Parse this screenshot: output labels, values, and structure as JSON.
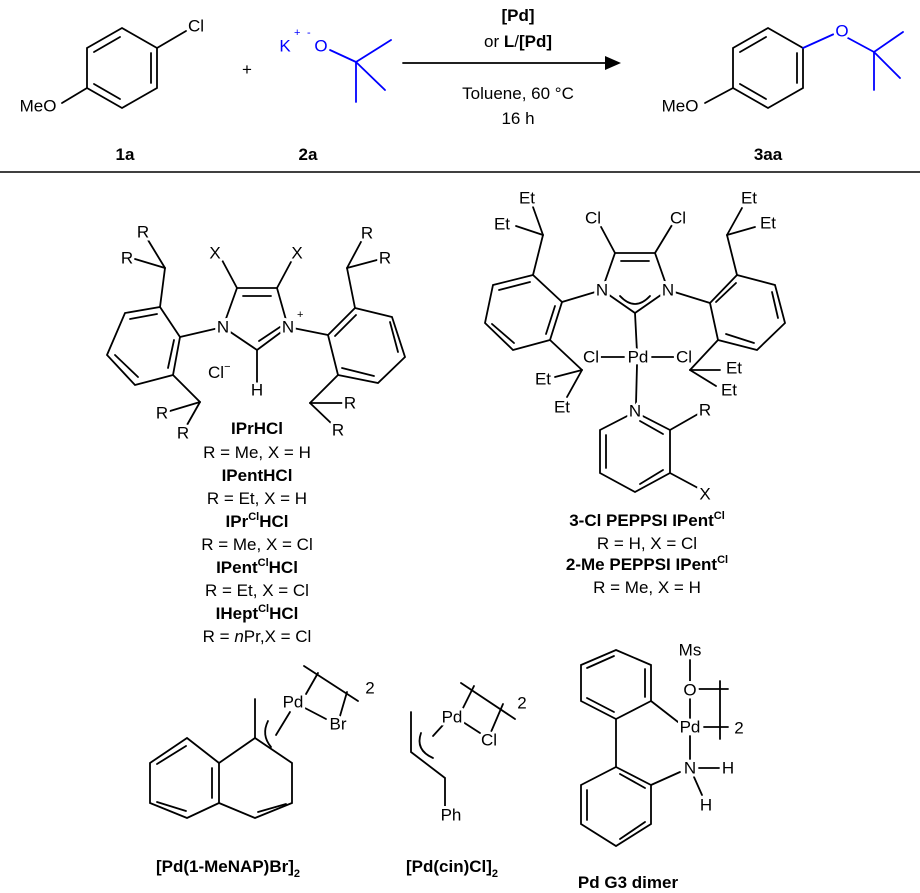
{
  "colors": {
    "bond": "#000000",
    "alkoxide": "#0000ff"
  },
  "atoms": {
    "R": "R",
    "X": "X",
    "Et": "Et",
    "H": "H",
    "N": "N",
    "Cl": "Cl",
    "Pd": "Pd",
    "Br": "Br",
    "O": "O",
    "Ms": "Ms",
    "Ph": "Ph",
    "MeO": "MeO",
    "K": "K",
    "plus": "+",
    "minus": "-",
    "anion_minus": "−",
    "dimer_count": "2"
  },
  "scheme": {
    "reactant_1_label": "1a",
    "plus_sign": "+",
    "reactant_2_label": "2a",
    "product_label": "3aa",
    "conditions": {
      "catalyst_line_1": "[Pd]",
      "or_prefix": "or ",
      "ligand": "L",
      "slash": "/",
      "catalyst_pd": "[Pd]",
      "solvent_temperature": "Toluene, 60 °C",
      "time": "16 h"
    }
  },
  "imidazolium_salts": {
    "entries": [
      {
        "name": "IPrHCl",
        "name_pre": "IPr",
        "name_sup": "",
        "name_post": "HCl",
        "definition": "R = Me, X = H"
      },
      {
        "name": "IPentHCl",
        "name_pre": "IPent",
        "name_sup": "",
        "name_post": "HCl",
        "definition": "R = Et, X = H"
      },
      {
        "name": "IPrClHCl",
        "name_pre": "IPr",
        "name_sup": "Cl",
        "name_post": "HCl",
        "definition": "R = Me, X = Cl"
      },
      {
        "name": "IPentClHCl",
        "name_pre": "IPent",
        "name_sup": "Cl",
        "name_post": "HCl",
        "definition": "R = Et, X = Cl"
      },
      {
        "name": "IHeptClHCl",
        "name_pre": "IHept",
        "name_sup": "Cl",
        "name_post": "HCl",
        "definition_pre": "R = ",
        "definition_italic": "n",
        "definition_post": "Pr,X = Cl"
      }
    ]
  },
  "peppsi": {
    "entries": [
      {
        "name_pre": "3-Cl PEPPSI IPent",
        "name_sup": "Cl",
        "definition": "R = H, X = Cl"
      },
      {
        "name_pre": "2-Me PEPPSI  IPent",
        "name_sup": "Cl",
        "definition": "R = Me, X = H"
      }
    ]
  },
  "precatalysts": [
    {
      "name_pre": "[Pd(1-MeNAP)Br]",
      "name_sub": "2"
    },
    {
      "name_pre": "[Pd(cin)Cl]",
      "name_sub": "2"
    },
    {
      "name": "Pd G3 dimer"
    }
  ]
}
